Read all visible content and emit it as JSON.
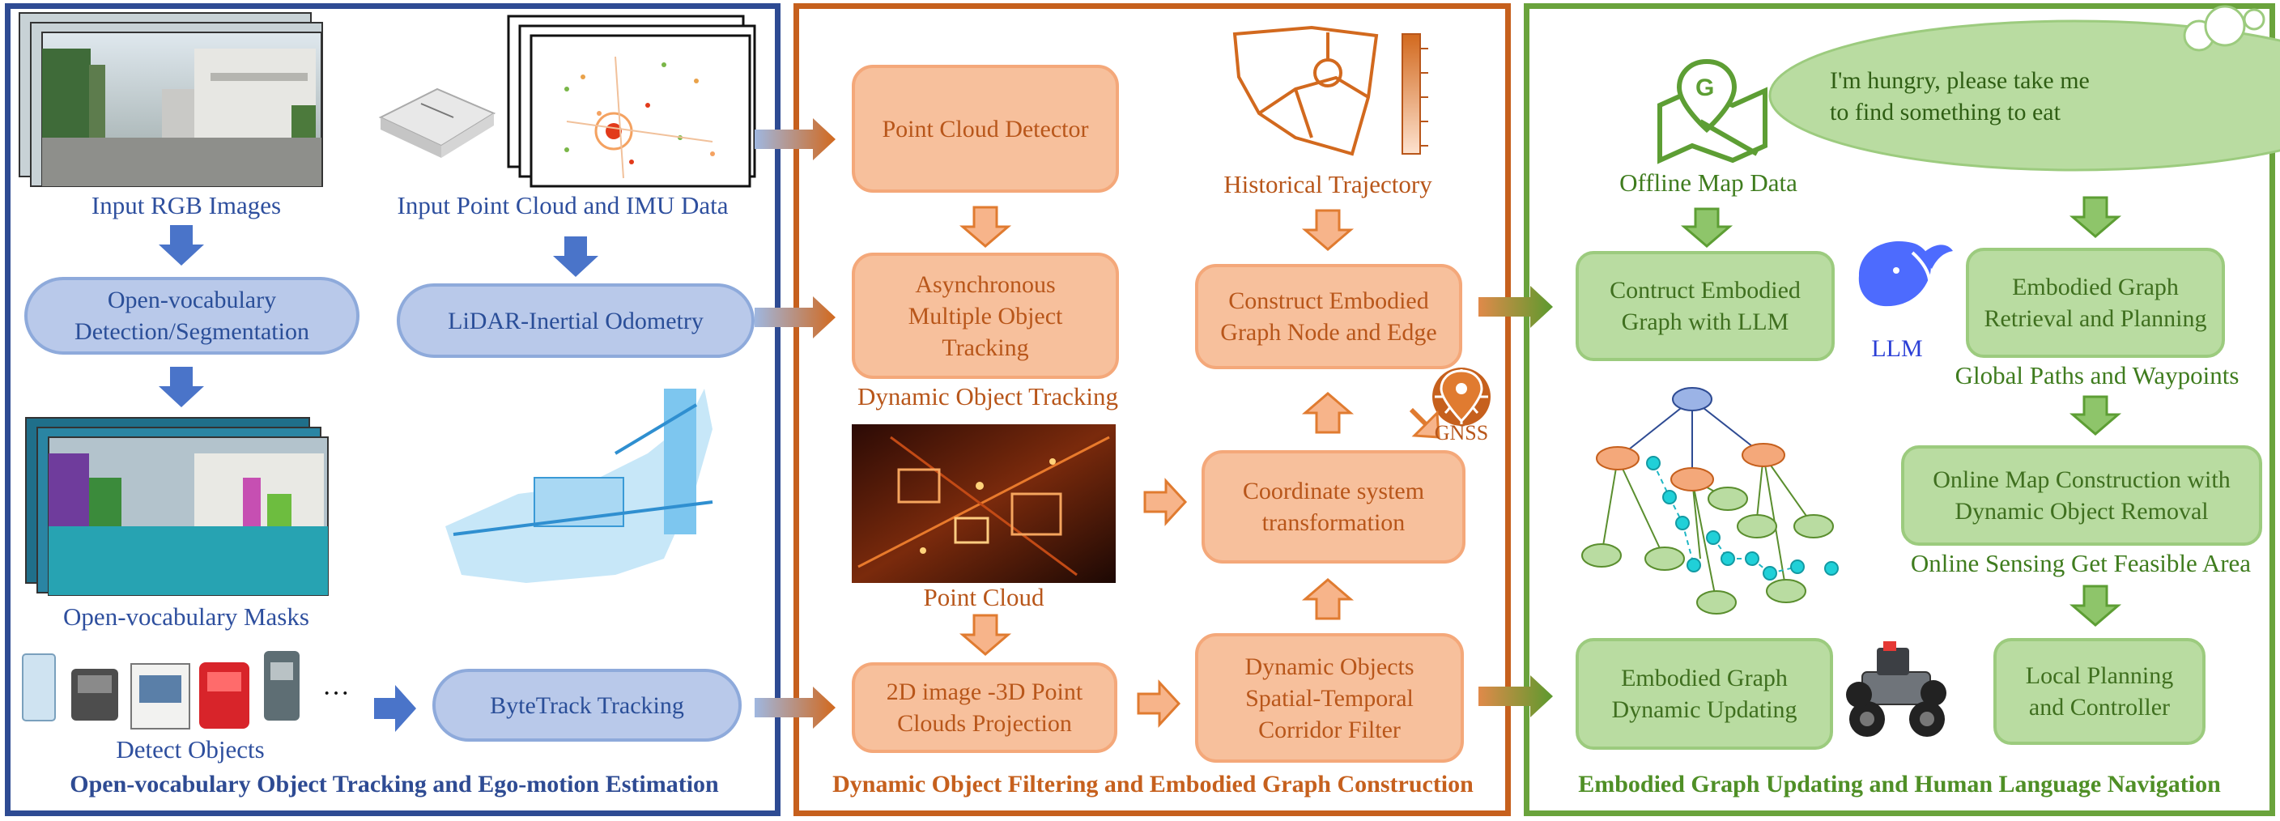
{
  "left_panel": {
    "title": "Open-vocabulary Object Tracking and Ego-motion Estimation",
    "input_rgb_caption": "Input RGB Images",
    "input_pc_caption": "Input Point Cloud and IMU Data",
    "ov_detection": "Open-vocabulary\nDetection/Segmentation",
    "lio": "LiDAR-Inertial Odometry",
    "ov_masks_caption": "Open-vocabulary Masks",
    "detect_objects_caption": "Detect Objects",
    "ellipsis": "···",
    "bytetrack": "ByteTrack Tracking"
  },
  "middle_panel": {
    "title": "Dynamic Object Filtering and Embodied Graph Construction",
    "pc_detector": "Point Cloud Detector",
    "amot": "Asynchronous\nMultiple Object\nTracking",
    "dyn_tracking_caption": "Dynamic Object Tracking",
    "point_cloud_caption": "Point Cloud",
    "projection": "2D image -3D Point\nClouds Projection",
    "hist_traj_caption": "Historical Trajectory",
    "construct_graph": "Construct Embodied\nGraph Node and Edge",
    "gnss_label": "GNSS",
    "coord_transform": "Coordinate system\ntransformation",
    "st_filter": "Dynamic Objects\nSpatial-Temporal\nCorridor Filter"
  },
  "right_panel": {
    "title": "Embodied Graph Updating and Human Language Navigation",
    "offline_map_caption": "Offline Map Data",
    "speech": "I'm hungry, please take me\nto find something to eat",
    "construct_llm": "Contruct Embodied\nGraph with LLM",
    "llm_label": "LLM",
    "retrieval": "Embodied Graph\nRetrieval and Planning",
    "global_paths_caption": "Global Paths and Waypoints",
    "online_map": "Online Map Construction with\nDynamic Object Removal",
    "feasible_caption": "Online Sensing Get Feasible Area",
    "dyn_update": "Embodied Graph\nDynamic Updating",
    "local_planning": "Local Planning\nand Controller"
  },
  "colors": {
    "blue": "#2e4b93",
    "orange": "#c6601d",
    "green": "#6aa33c",
    "blue_fill": "#b9c9ea",
    "orange_fill": "#f7c09c",
    "green_fill": "#b9dca1"
  }
}
